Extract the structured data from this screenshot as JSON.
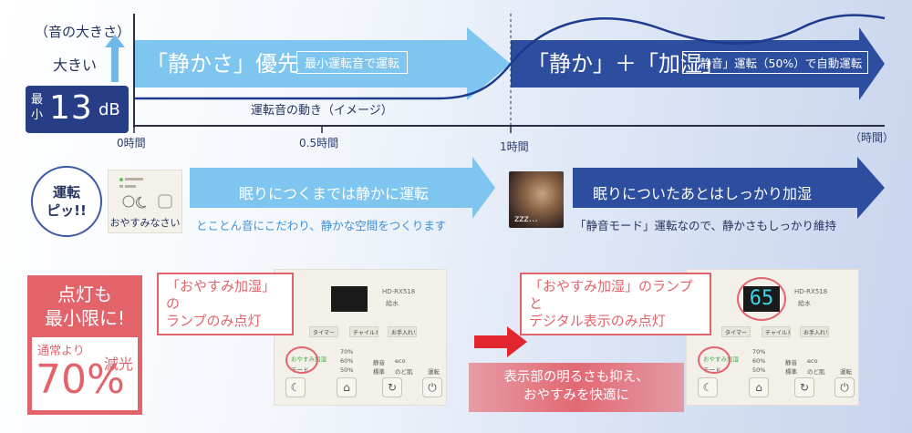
{
  "axis": {
    "volume_label": "（音の大きさ）",
    "loud_label": "大きい",
    "time_unit": "（時間）",
    "ticks": [
      "0時間",
      "0.5時間",
      "1時間"
    ],
    "move_label": "運転音の動き（イメージ）"
  },
  "min_db": {
    "prefix": "最小",
    "value": "13",
    "unit": "dB"
  },
  "quiet_phase": {
    "title": "「静かさ」優先",
    "tag": "最小運転音で運転"
  },
  "humid_phase": {
    "title": "「静か」＋「加湿」",
    "tag": "「静音」運転（50%）で自動運転"
  },
  "beep": {
    "line1": "運転",
    "line2": "ピッ!!"
  },
  "goodnight_caption": "おやすみなさい",
  "before_sleep": {
    "main": "眠りにつくまでは静かに運転",
    "sub": "とことん音にこだわり、静かな空間をつくります"
  },
  "photo_caption": "zzz…",
  "after_sleep": {
    "main": "眠りについたあとはしっかり加湿",
    "sub": "「静音モード」運転なので、静かさもしっかり維持"
  },
  "light_box": {
    "title1": "点灯も",
    "title2": "最小限に!",
    "normal": "通常より",
    "percent": "70%",
    "reduced": "減光"
  },
  "callout_a": {
    "line1": "「おやすみ加湿」の",
    "line2": "ランプのみ点灯"
  },
  "callout_b": {
    "line1": "「おやすみ加湿」のランプと",
    "line2": "デジタル表示のみ点灯"
  },
  "brightness": {
    "line1": "表示部の明るさも抑え、",
    "line2": "おやすみを快適に"
  },
  "panel": {
    "model": "HD-RX518",
    "water": "給水",
    "timer": "タイマー",
    "child_lock": "チャイルドロック",
    "reset": "お手入れリセット",
    "oyasumi": "おやすみ加湿",
    "mode": "モード",
    "levels": [
      "70%",
      "60%",
      "50%"
    ],
    "quiet": "静音",
    "standard": "標準",
    "eco": "eco",
    "throat": "のど肌",
    "run": "運転",
    "display_digits": "65"
  },
  "colors": {
    "light_arrow": "#7ec6ef",
    "dark_arrow": "#2d4d9e",
    "navy": "#273e86",
    "red": "#e3636b"
  }
}
